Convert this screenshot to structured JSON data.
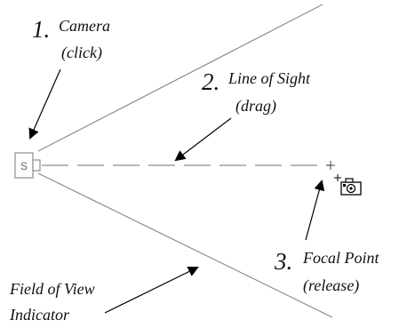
{
  "labels": {
    "camera": {
      "number": "1.",
      "line1": "Camera",
      "line2": "(click)"
    },
    "line_of_sight": {
      "number": "2.",
      "line1": "Line of Sight",
      "line2": "(drag)"
    },
    "focal_point": {
      "number": "3.",
      "line1": "Focal Point",
      "line2": "(release)"
    },
    "field_of_view": {
      "line1": "Field of View",
      "line2": "Indicator"
    }
  },
  "camera_symbol": {
    "letter": "S"
  },
  "icons": {
    "cursor_camera": "camera-icon"
  },
  "colors": {
    "stroke": "#8c8c8c",
    "text": "#111111",
    "arrow": "#000000"
  }
}
